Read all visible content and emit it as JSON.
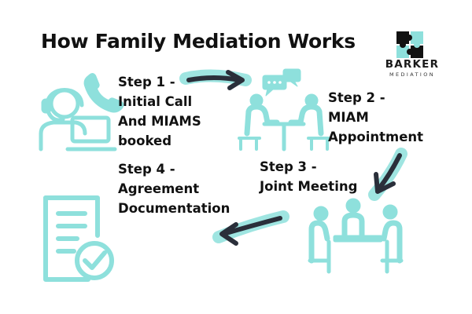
{
  "title": "How Family Mediation Works",
  "brand": {
    "name": "BARKER",
    "tagline": "MEDIATION"
  },
  "steps": [
    {
      "lines": [
        "Step 1 -",
        "Initial Call",
        "And MIAMS",
        "booked"
      ]
    },
    {
      "lines": [
        "Step 2 -",
        "MIAM",
        "Appointment"
      ]
    },
    {
      "lines": [
        "Step 3 -",
        "Joint Meeting"
      ]
    },
    {
      "lines": [
        "Step 4 -",
        "Agreement",
        "Documentation"
      ]
    }
  ],
  "colors": {
    "accent": "#8ee0dc",
    "arrow": "#2a2f3a",
    "text": "#111111"
  },
  "icons": [
    "call-center-icon",
    "consultation-icon",
    "meeting-icon",
    "document-check-icon"
  ]
}
